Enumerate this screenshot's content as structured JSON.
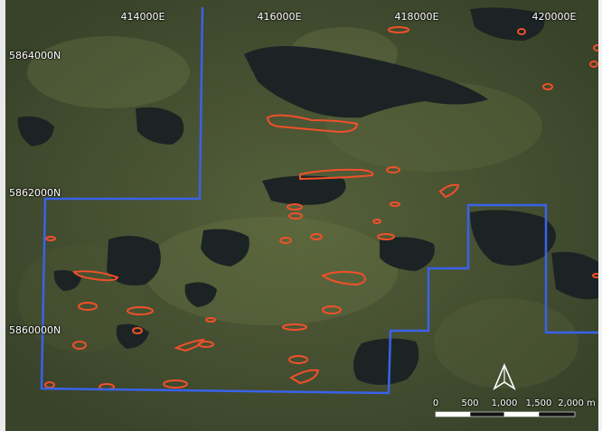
{
  "map": {
    "grid_labels": {
      "easting": [
        "414000E",
        "416000E",
        "418000E",
        "420000E"
      ],
      "northing": [
        "5864000N",
        "5862000N",
        "5860000N"
      ]
    },
    "scale_bar": {
      "labels": [
        "0",
        "500",
        "1,000",
        "1,500",
        "2,000 m"
      ]
    },
    "north_arrow": "north-arrow-icon",
    "colors": {
      "boundary": "#3a62e8",
      "targets": "#f0502a",
      "terrain": "#3e4a2a",
      "water": "#1c2324"
    }
  }
}
